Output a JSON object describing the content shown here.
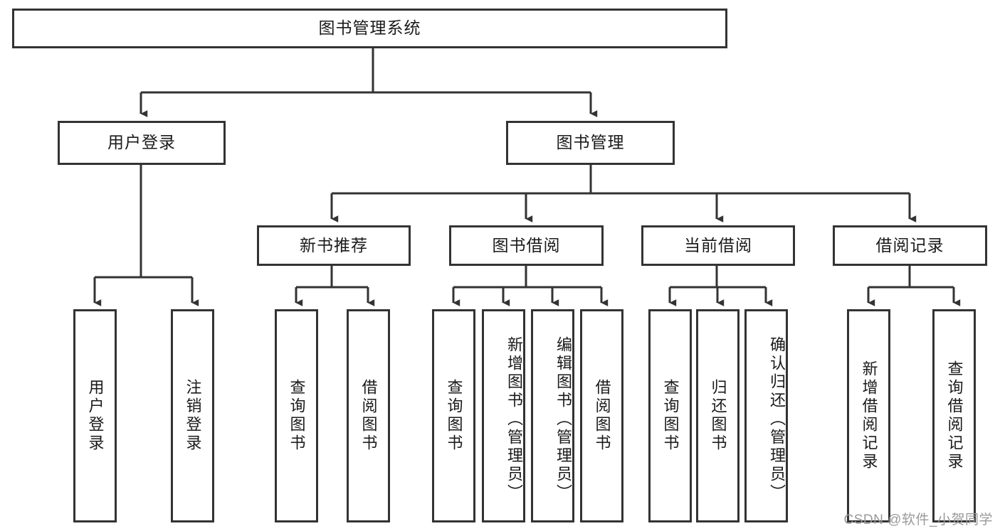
{
  "diagram": {
    "title": "图书管理系统",
    "watermark": "CSDN @软件_小贺同学",
    "nodes": {
      "root": "图书管理系统",
      "level2": {
        "user_login": "用户登录",
        "book_manage": "图书管理"
      },
      "level3": {
        "new_book_rec": "新书推荐",
        "book_borrow": "图书借阅",
        "current_borrow": "当前借阅",
        "borrow_record": "借阅记录"
      },
      "leaves": {
        "user_login_in": "用户登录",
        "user_logout": "注销登录",
        "rec_query_book": "查询图书",
        "rec_borrow_book": "借阅图书",
        "borrow_query_book": "查询图书",
        "borrow_add_book": "新增图书（管理员）",
        "borrow_edit_book": "编辑图书（管理员）",
        "borrow_borrow_book": "借阅图书",
        "cur_query_book": "查询图书",
        "cur_return_book": "归还图书",
        "cur_confirm_return": "确认归还（管理员）",
        "rec_add_record": "新增借阅记录",
        "rec_query_record": "查询借阅记录"
      }
    },
    "colors": {
      "border": "#333333",
      "background": "#ffffff",
      "text": "#1a1a1a",
      "watermark": "#9a9a9a"
    }
  }
}
